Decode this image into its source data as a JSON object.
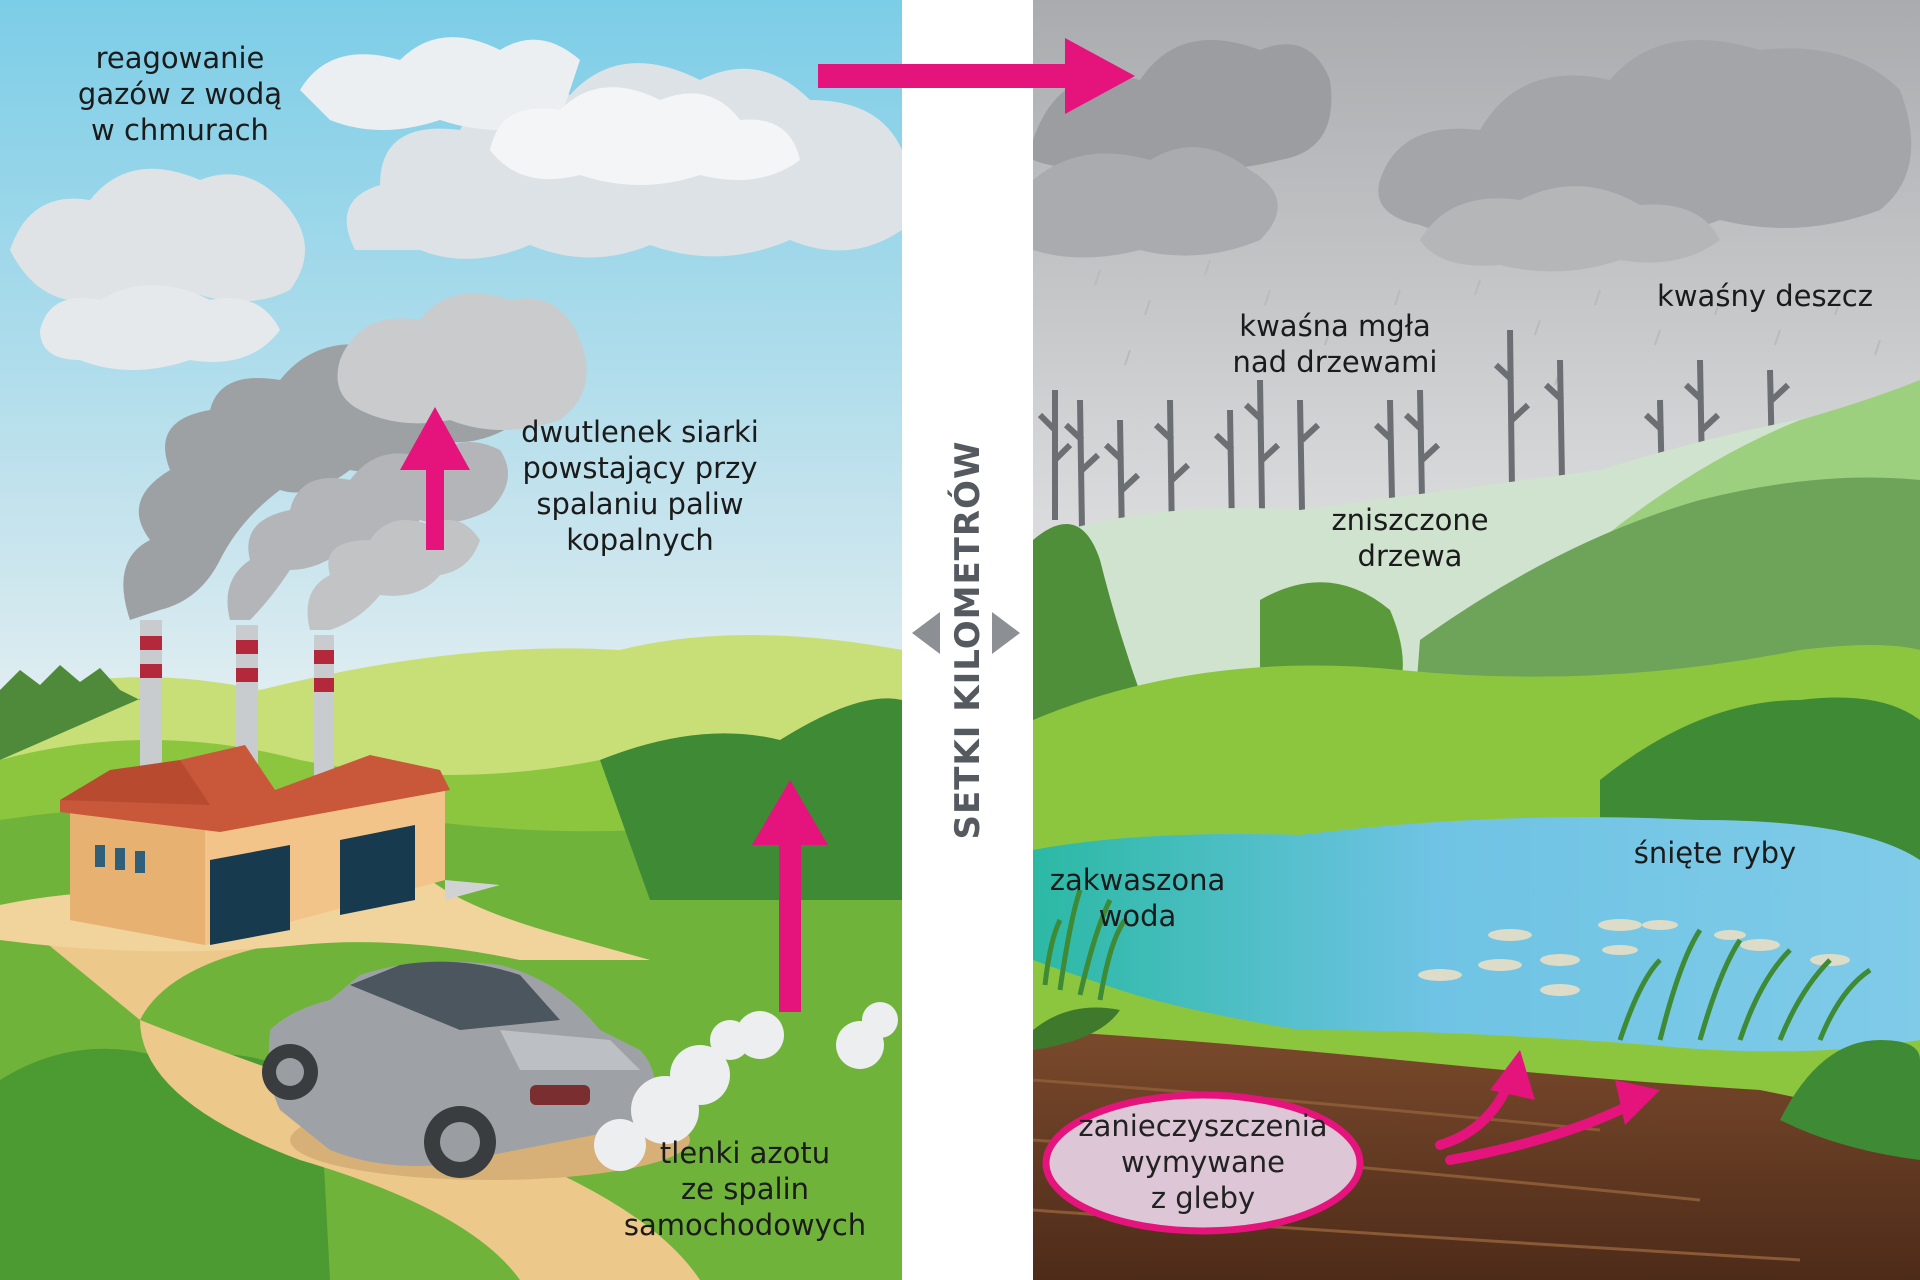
{
  "labels": {
    "clouds_reaction": [
      "reagowanie",
      "gazów z wodą",
      "w chmurach"
    ],
    "sulfur_dioxide": [
      "dwutlenek siarki",
      "powstający przy",
      "spalaniu paliw",
      "kopalnych"
    ],
    "nitrogen_oxides": [
      "tlenki azotu",
      "ze spalin",
      "samochodowych"
    ],
    "distance": "SETKI KILOMETRÓW",
    "acid_fog": [
      "kwaśna mgła",
      "nad drzewami"
    ],
    "acid_rain": "kwaśny deszcz",
    "damaged_trees": [
      "zniszczone",
      "drzewa"
    ],
    "acidified_water": [
      "zakwaszona",
      "woda"
    ],
    "dead_fish": "śnięte ryby",
    "soil_leaching": [
      "zanieczyszczenia",
      "wymywane",
      "z gleby"
    ]
  },
  "colors": {
    "arrow": "#e5137c",
    "sky_left": "#7ccde7",
    "sky_right": "#b6b8bb",
    "grass": "#6fba3a",
    "lake": "#6fc3e4",
    "oval_fill": "#ddc7d7"
  }
}
